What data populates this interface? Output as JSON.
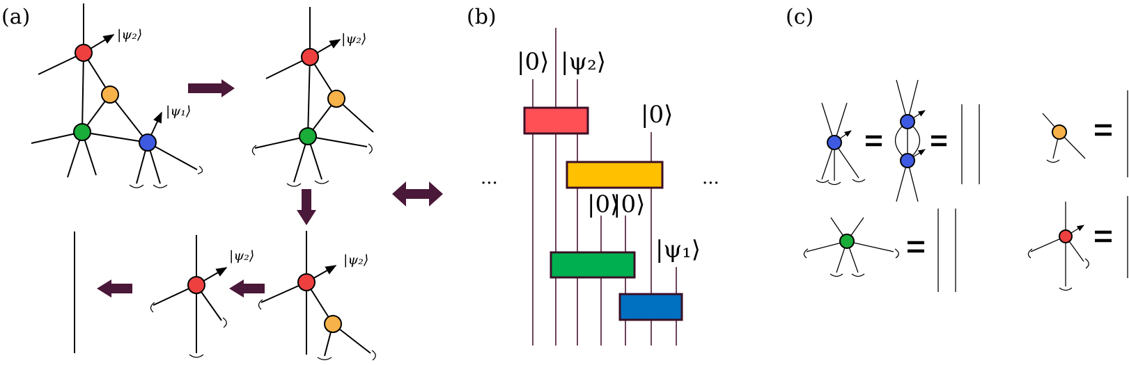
{
  "panels": {
    "a": "(a)",
    "b": "(b)",
    "c": "(c)"
  },
  "states": {
    "psi1": "|ψ₁⟩",
    "psi2": "|ψ₂⟩",
    "zero": "|0⟩"
  },
  "ellipsis": "···",
  "equals": "=",
  "colors": {
    "red": "#ef4040",
    "orange": "#f7b24a",
    "green": "#1aad3a",
    "blue": "#3d5ae0",
    "gate_red": "#ff5056",
    "gate_yellow": "#ffc000",
    "gate_green": "#00b050",
    "gate_blue": "#0070c0",
    "arrow": "#4a1838",
    "wire": "#4a1530"
  }
}
